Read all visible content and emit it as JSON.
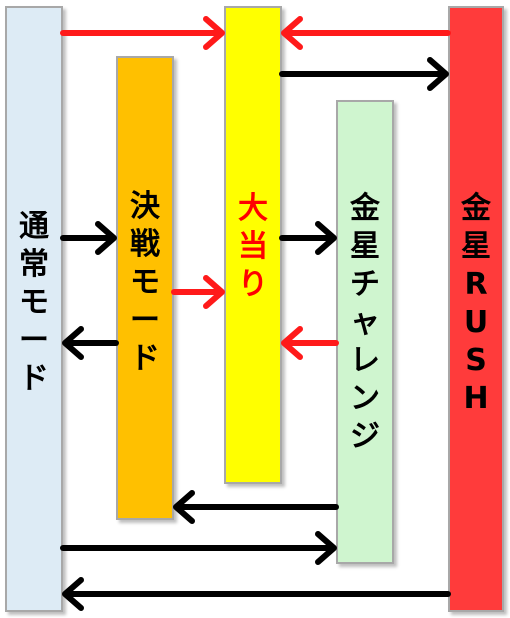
{
  "nodes": {
    "normal": {
      "label": "通常モード",
      "color": "#ddebf5",
      "text_color": "#000000"
    },
    "battle": {
      "label": "決戦モード",
      "color": "#ffc000",
      "text_color": "#000000"
    },
    "jackpot": {
      "label": "大当り",
      "color": "#ffff00",
      "text_color": "#ff0000"
    },
    "challenge": {
      "label": "金星チャレンジ",
      "color": "#cff5cf",
      "text_color": "#000000"
    },
    "rush": {
      "label": "金星RUSH",
      "color": "#ff3b3b",
      "text_color": "#000000"
    }
  },
  "edges": [
    {
      "from": "normal",
      "to": "jackpot",
      "color": "#ff1a1a"
    },
    {
      "from": "rush",
      "to": "jackpot",
      "color": "#ff1a1a"
    },
    {
      "from": "jackpot",
      "to": "rush",
      "color": "#000000"
    },
    {
      "from": "normal",
      "to": "battle",
      "color": "#000000"
    },
    {
      "from": "jackpot",
      "to": "challenge",
      "color": "#000000"
    },
    {
      "from": "battle",
      "to": "jackpot",
      "color": "#ff1a1a"
    },
    {
      "from": "battle",
      "to": "normal",
      "color": "#000000"
    },
    {
      "from": "challenge",
      "to": "jackpot",
      "color": "#ff1a1a"
    },
    {
      "from": "challenge",
      "to": "battle",
      "color": "#000000"
    },
    {
      "from": "normal",
      "to": "challenge",
      "color": "#000000"
    },
    {
      "from": "rush",
      "to": "normal",
      "color": "#000000"
    }
  ]
}
